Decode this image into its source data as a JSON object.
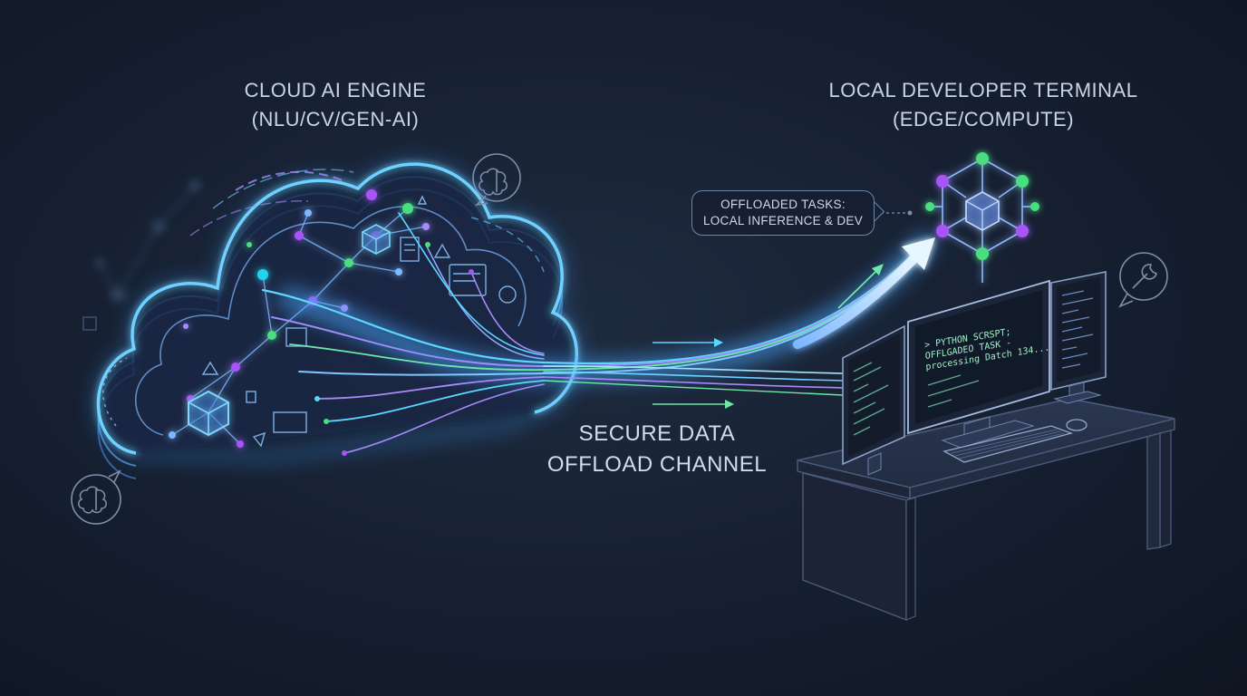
{
  "cloud_engine": {
    "title": "CLOUD AI ENGINE",
    "subtitle": "(NLU/CV/GEN-AI)"
  },
  "local_terminal": {
    "title": "LOCAL DEVELOPER TERMINAL",
    "subtitle": "(EDGE/COMPUTE)"
  },
  "channel": {
    "line1": "SECURE DATA",
    "line2": "OFFLOAD CHANNEL"
  },
  "task_callout": {
    "line1": "OFFLOADED TASKS:",
    "line2": "LOCAL INFERENCE & DEV"
  },
  "terminal_screen": {
    "line1": "> PYTHON SCRSPT;",
    "line2": "OFFLGADEO TASK -",
    "line3": "processing Datch 134..."
  },
  "icons": {
    "brain_top": "brain-speech-bubble-icon",
    "brain_bottom": "brain-speech-bubble-icon",
    "wrench": "wrench-speech-bubble-icon",
    "network_cube": "network-cube-icon"
  },
  "colors": {
    "background": "#172133",
    "cloud_glow": "#4fb4ff",
    "stream_cyan": "#58d6ff",
    "stream_violet": "#a78bfa",
    "stream_green": "#6ee7a8",
    "node_green": "#4ade80",
    "node_purple": "#a855f7",
    "terminal_green": "#9ff0c8"
  }
}
